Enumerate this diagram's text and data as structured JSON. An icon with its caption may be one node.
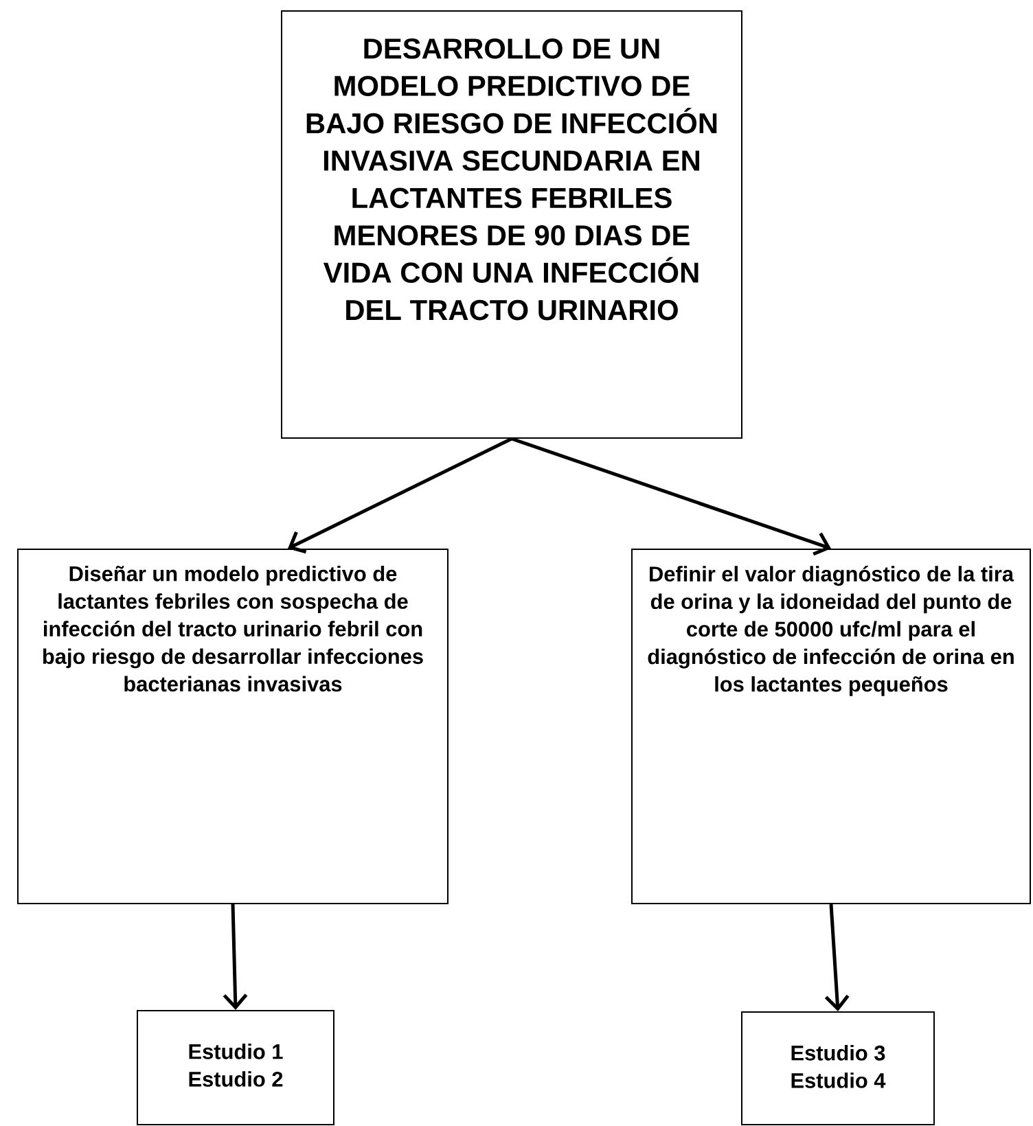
{
  "diagram": {
    "nodes": [
      {
        "text": [
          "DESARROLLO DE UN MODELO PREDICTIVO DE BAJO RIESGO DE INFECCIÓN INVASIVA SECUNDARIA EN LACTANTES FEBRILES MENORES DE 90 DIAS DE VIDA CON UNA INFECCIÓN DEL TRACTO URINARIO"
        ]
      },
      {
        "text": [
          "Diseñar un modelo predictivo de lactantes febriles con sospecha de infección del tracto urinario febril con bajo riesgo de desarrollar infecciones bacterianas invasivas"
        ]
      },
      {
        "text": [
          "Definir el valor diagnóstico de la tira de orina y la idoneidad del punto de corte de 50000 ufc/ml para el diagnóstico de infección de orina en los lactantes pequeños"
        ]
      },
      {
        "text": [
          "Estudio 1",
          "Estudio 2"
        ]
      },
      {
        "text": [
          "Estudio 3",
          "Estudio 4"
        ]
      }
    ],
    "edges": [
      {
        "from": 0,
        "to": 1,
        "arrow": "to"
      },
      {
        "from": 0,
        "to": 2,
        "arrow": "to"
      },
      {
        "from": 1,
        "to": 3,
        "arrow": "to"
      },
      {
        "from": 2,
        "to": 4,
        "arrow": "to"
      }
    ]
  }
}
